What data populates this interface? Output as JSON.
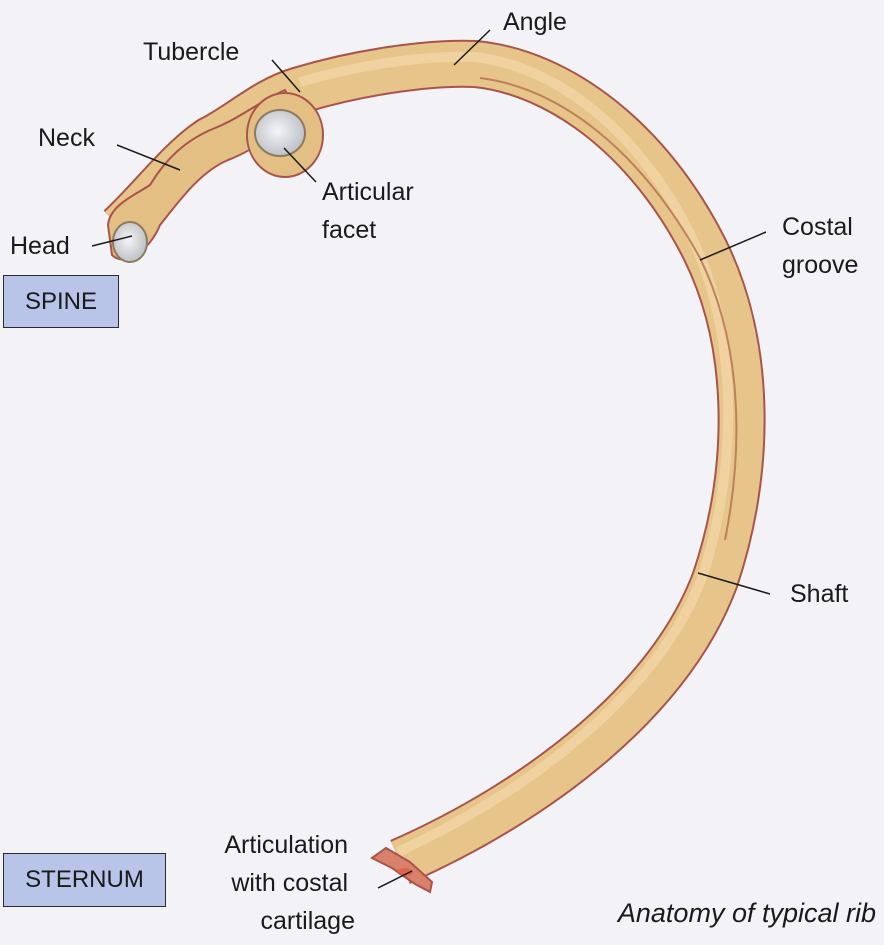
{
  "labels": {
    "angle": "Angle",
    "tubercle": "Tubercle",
    "neck": "Neck",
    "head": "Head",
    "articular_facet": [
      "Articular",
      "facet"
    ],
    "costal_groove": [
      "Costal",
      "groove"
    ],
    "shaft": "Shaft",
    "articulation": [
      "Articulation",
      "with costal",
      "cartilage"
    ]
  },
  "boxes": {
    "spine": "SPINE",
    "sternum": "STERNUM"
  },
  "caption": "Anatomy of typical rib",
  "colors": {
    "background": "#f3f3f7",
    "bone": "#e6c48a",
    "bone_outline": "#a8544a",
    "box_fill": "#b8c5e8",
    "facet": "#d4d7dc"
  }
}
